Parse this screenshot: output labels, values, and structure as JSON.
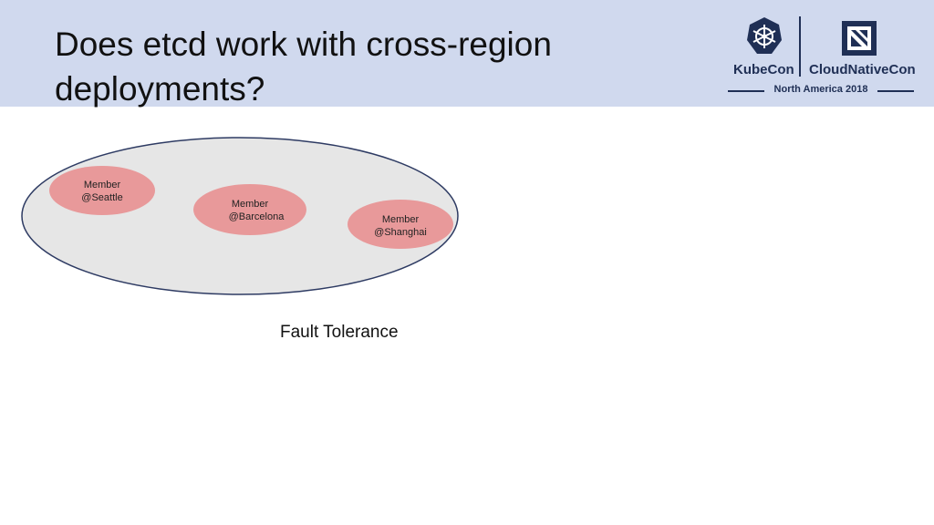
{
  "slide": {
    "title": "Does etcd work with cross-region deployments?",
    "caption": "Fault Tolerance"
  },
  "logo": {
    "kubecon": "KubeCon",
    "cloudnativecon": "CloudNativeCon",
    "event": "North America 2018",
    "icons": [
      "kubernetes-helm-icon",
      "cncf-icon"
    ],
    "brand_color": "#1f2f55"
  },
  "diagram": {
    "cluster_fill": "#e6e6e6",
    "cluster_stroke": "#2e3b63",
    "member_fill": "#e8999a",
    "members": [
      {
        "line1": "Member",
        "line2": "@Seattle"
      },
      {
        "line1": "Member",
        "line2": "@Barcelona"
      },
      {
        "line1": "Member",
        "line2": "@Shanghai"
      }
    ]
  }
}
